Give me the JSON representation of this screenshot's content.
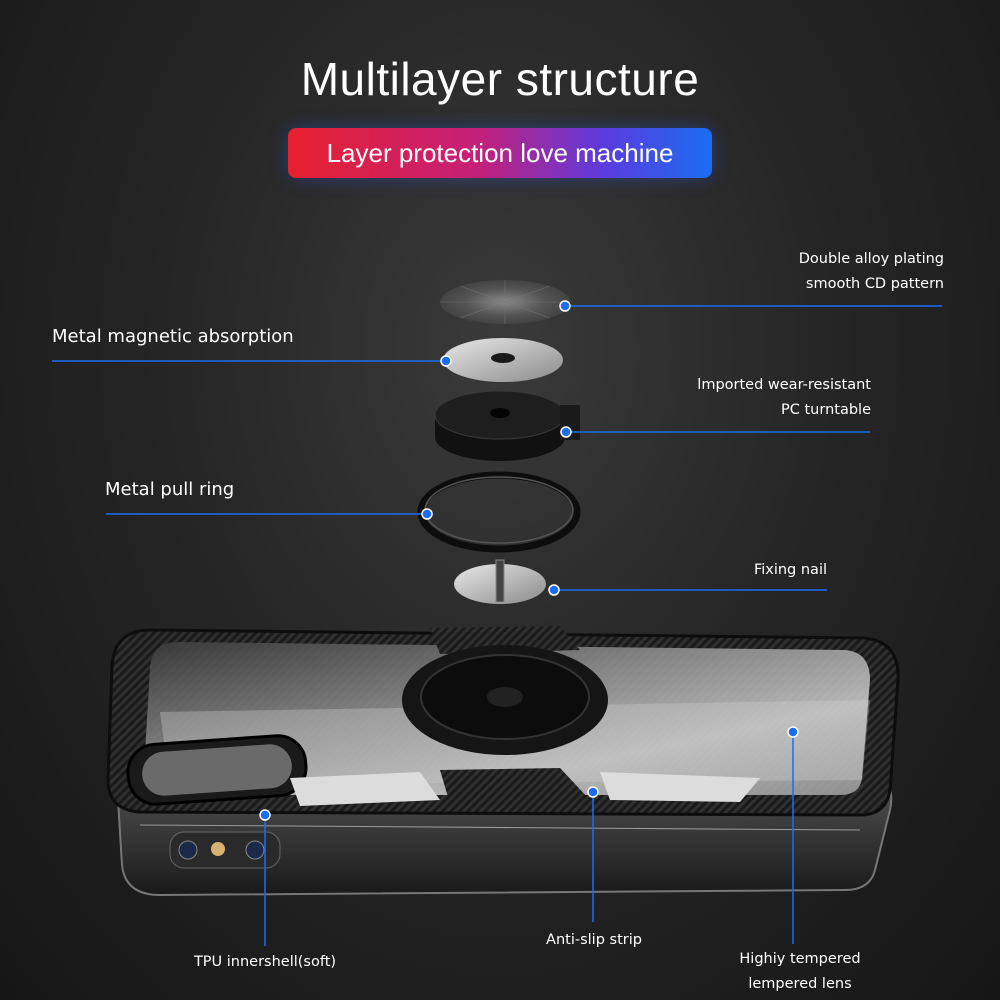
{
  "header": {
    "title": "Multilayer structure",
    "subtitle": "Layer protection love machine"
  },
  "callouts": {
    "double_alloy": [
      "Double alloy plating",
      "smooth CD pattern"
    ],
    "metal_magnetic": "Metal magnetic absorption",
    "pc_turntable": [
      "lmported wear-resistant",
      "PC turntable"
    ],
    "metal_pull_ring": "Metal pull ring",
    "fixing_nail": "Fixing nail",
    "tpu_innershell": "TPU innershell(soft)",
    "anti_slip": "Anti-slip strip",
    "tempered_lens": [
      "Highiy tempered",
      "lempered lens"
    ]
  },
  "colors": {
    "accent_blue": "#1a6df2",
    "gradient_red": "#e8202e",
    "gradient_blue": "#1a6df2"
  }
}
